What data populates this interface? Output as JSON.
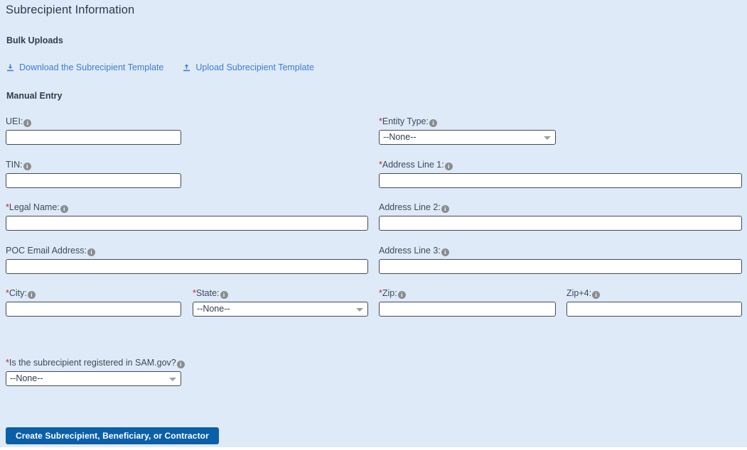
{
  "page": {
    "title": "Subrecipient Information",
    "background_color": "#dfeaf9"
  },
  "bulk_uploads": {
    "heading": "Bulk Uploads",
    "links": [
      {
        "label": "Download the Subrecipient Template",
        "icon": "download-icon"
      },
      {
        "label": "Upload Subrecipient Template",
        "icon": "upload-icon"
      }
    ],
    "link_color": "#3b7ed0"
  },
  "manual_entry": {
    "heading": "Manual Entry",
    "required_marker": "*",
    "required_color": "#c9232d",
    "info_icon_glyph": "i",
    "fields": {
      "uei": {
        "label": "UEI:",
        "required": false,
        "value": "",
        "placeholder": ""
      },
      "tin": {
        "label": "TIN:",
        "required": false,
        "value": "",
        "placeholder": ""
      },
      "legal_name": {
        "label": "Legal Name:",
        "required": true,
        "value": "",
        "placeholder": ""
      },
      "poc_email": {
        "label": "POC Email Address:",
        "required": false,
        "value": "",
        "placeholder": ""
      },
      "entity_type": {
        "label": "Entity Type:",
        "required": true,
        "value": "--None--"
      },
      "address_line_1": {
        "label": "Address Line 1:",
        "required": true,
        "value": "",
        "placeholder": ""
      },
      "address_line_2": {
        "label": "Address Line 2:",
        "required": false,
        "value": "",
        "placeholder": ""
      },
      "address_line_3": {
        "label": "Address Line 3:",
        "required": false,
        "value": "",
        "placeholder": ""
      },
      "city": {
        "label": "City:",
        "required": true,
        "value": "",
        "placeholder": ""
      },
      "state": {
        "label": "State:",
        "required": true,
        "value": "--None--"
      },
      "zip": {
        "label": "Zip:",
        "required": true,
        "value": "",
        "placeholder": ""
      },
      "zip4": {
        "label": "Zip+4:",
        "required": false,
        "value": "",
        "placeholder": ""
      },
      "sam_registered": {
        "label": "Is the subrecipient registered in SAM.gov?",
        "required": true,
        "value": "--None--"
      }
    }
  },
  "submit": {
    "label": "Create Subrecipient, Beneficiary, or Contractor",
    "color": "#0a5fa8"
  }
}
